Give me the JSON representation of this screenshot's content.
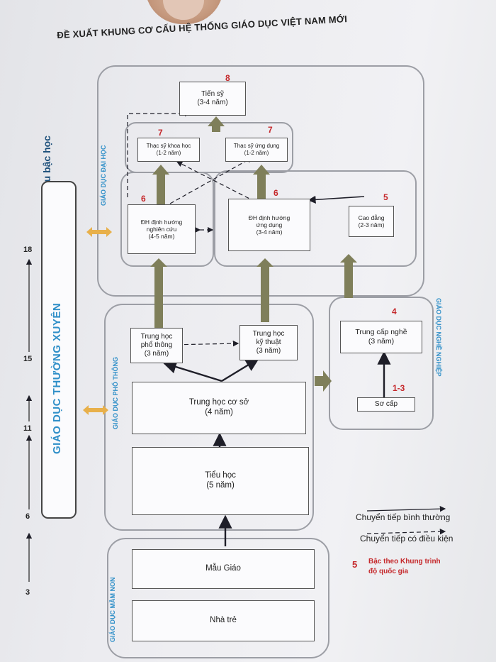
{
  "title": "ĐỀ XUẤT KHUNG CƠ CẤU HỆ THỐNG GIÁO DỤC VIỆT NAM MỚI",
  "sections": {
    "dai_hoc": "GIÁO DỤC ĐẠI HỌC",
    "pho_thong": "GIÁO DỤC PHỔ THÔNG",
    "mam_non": "GIÁO DỤC MẦM NON",
    "nghe_nghiep": "GIÁO DỤC NGHỀ NGHIỆP",
    "thuong_xuyen": "GIÁO DỤC THƯỜNG XUYÊN"
  },
  "age_axis": {
    "title": "Tuổi bắt đầu bậc học",
    "ticks": [
      "18",
      "15",
      "11",
      "6",
      "3"
    ]
  },
  "boxes": {
    "tien_sy": {
      "name": "Tiến sỹ",
      "dur": "(3-4 năm)",
      "level": "8"
    },
    "thac_sy_kh": {
      "name": "Thạc sỹ khoa học",
      "dur": "(1-2 năm)",
      "level": "7"
    },
    "thac_sy_ud": {
      "name": "Thạc sỹ ứng dụng",
      "dur": "(1-2 năm)",
      "level": "7"
    },
    "dh_nc": {
      "l1": "ĐH định hướng",
      "l2": "nghiên cứu",
      "dur": "(4-5 năm)",
      "level": "6"
    },
    "dh_ud": {
      "l1": "ĐH định hướng",
      "l2": "ứng dụng",
      "dur": "(3-4 năm)",
      "level": "6"
    },
    "cao_dang": {
      "name": "Cao đẳng",
      "dur": "(2-3 năm)",
      "level": "5"
    },
    "thpt": {
      "l1": "Trung học",
      "l2": "phổ thông",
      "dur": "(3 năm)"
    },
    "thkt": {
      "l1": "Trung học",
      "l2": "kỹ thuật",
      "dur": "(3 năm)"
    },
    "tcn": {
      "name": "Trung cấp nghề",
      "dur": "(3 năm)",
      "level": "4"
    },
    "so_cap": {
      "name": "Sơ cấp",
      "level": "1-3"
    },
    "thcs": {
      "name": "Trung học cơ sở",
      "dur": "(4 năm)"
    },
    "tieu_hoc": {
      "name": "Tiểu học",
      "dur": "(5 năm)"
    },
    "mau_giao": {
      "name": "Mẫu Giáo"
    },
    "nha_tre": {
      "name": "Nhà trẻ"
    }
  },
  "legend": {
    "normal": "Chuyển tiếp bình thường",
    "conditional": "Chuyển tiếp có điều kiện",
    "level_num": "5",
    "level_l1": "Bậc theo Khung trình",
    "level_l2": "độ quốc gia"
  },
  "colors": {
    "panel_border": "#9c9ea5",
    "section_label": "#2f8fc8",
    "level_number": "#c5282b",
    "block_arrow": "#7f7f5a",
    "bidir_arrow": "#e8b04a"
  }
}
